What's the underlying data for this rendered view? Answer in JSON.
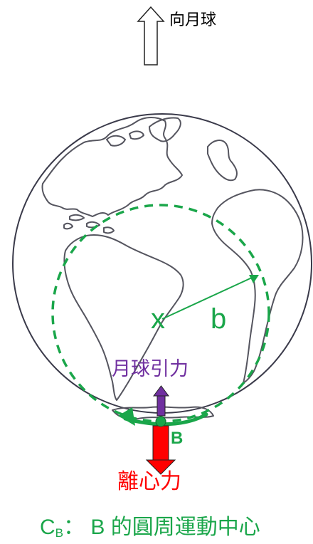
{
  "labels": {
    "to_moon": "向月球",
    "center_mark": "x",
    "radius": "b",
    "moon_gravity": "月球引力",
    "point": "B",
    "centrifugal": "離心力",
    "caption_c": "C",
    "caption_sub": "B",
    "caption_rest": "： B 的圓周運動中心"
  },
  "colors": {
    "green": "#1aa64a",
    "purple": "#7030a0",
    "red": "#ff0000",
    "outline": "#3a3a4a"
  },
  "icons": {
    "moon_direction": "hollow-up-arrow-icon"
  }
}
